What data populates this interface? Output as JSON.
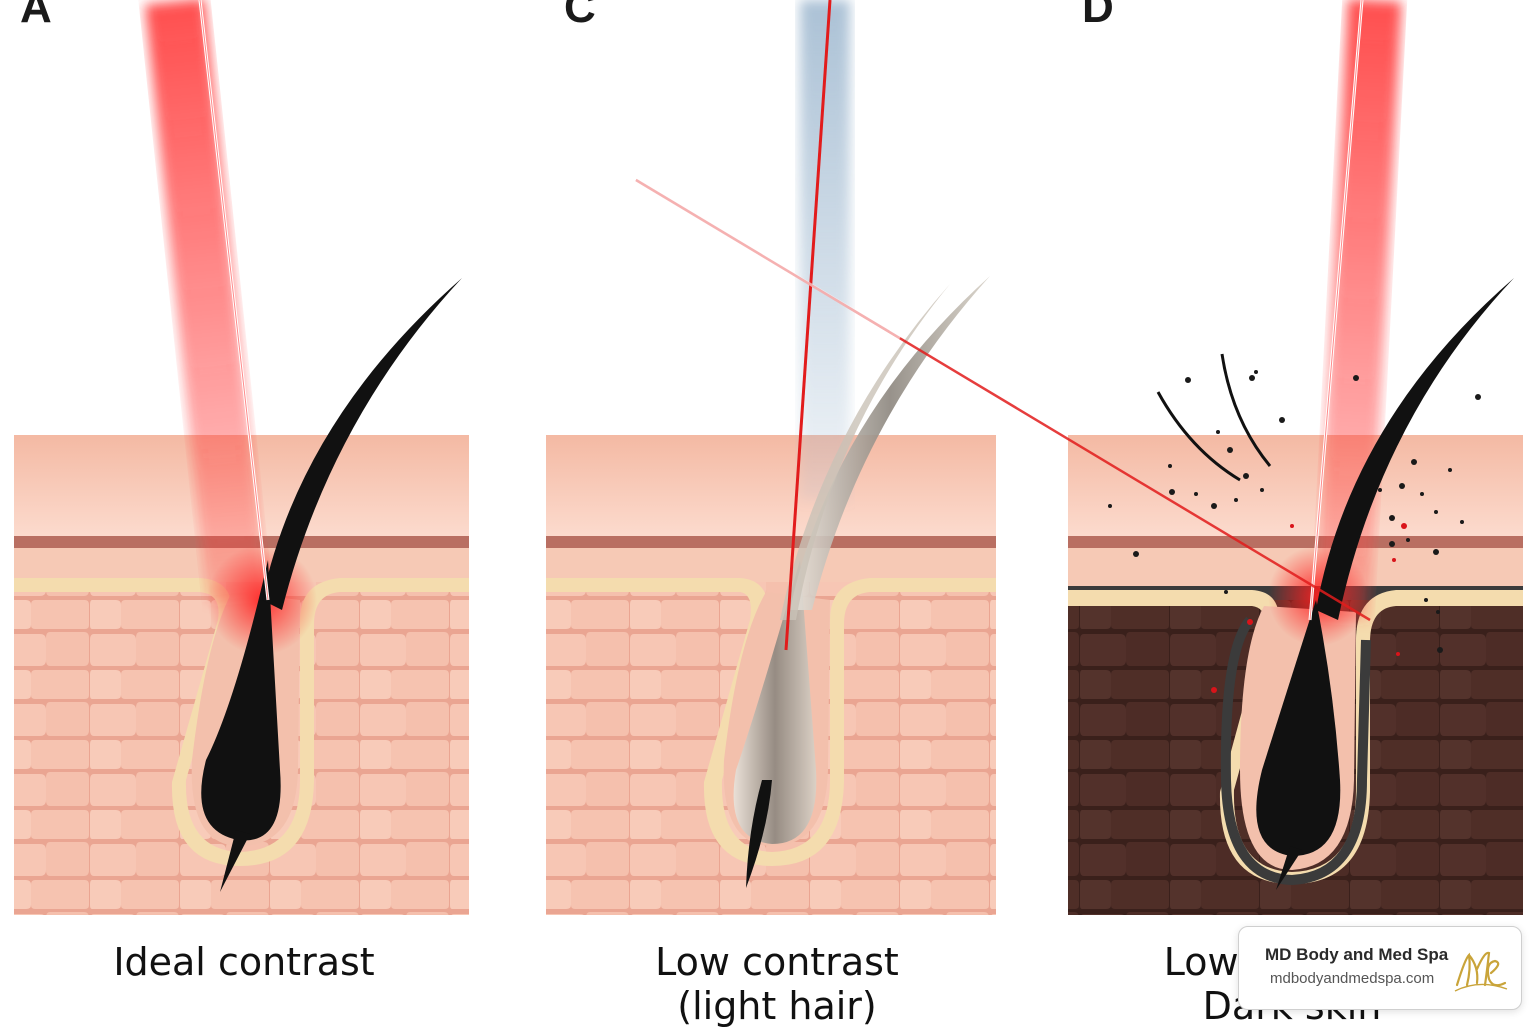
{
  "panels": [
    {
      "letter": "A",
      "caption": [
        "Ideal contrast"
      ]
    },
    {
      "letter": "C",
      "caption": [
        "Low contrast",
        "(light hair)"
      ]
    },
    {
      "letter": "D",
      "caption": [
        "Low contrast:",
        "Dark skin"
      ]
    }
  ],
  "badge": {
    "name": "MD Body and Med Spa",
    "url": "mdbodyandmedspa.com",
    "logo_icon": "me-monogram-logo"
  },
  "colors": {
    "laser": "#e21c1c",
    "light_skin": "#f6c7b6",
    "dark_skin": "#4a2a23",
    "hair": "#111111"
  }
}
